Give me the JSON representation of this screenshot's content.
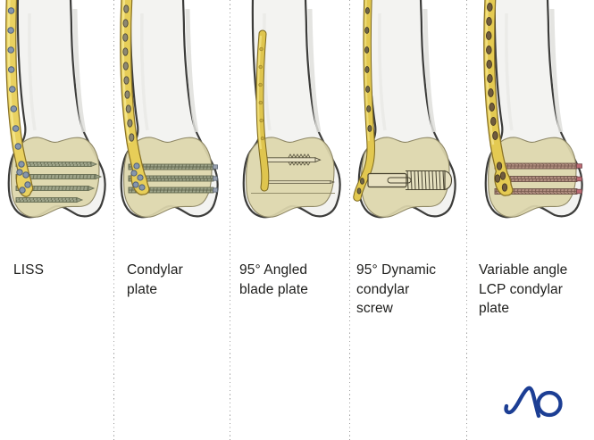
{
  "page": {
    "background": "#ffffff"
  },
  "panels": [
    {
      "label": "LISS",
      "illustration": "femur-with-liss-plate"
    },
    {
      "label": "Condylar plate",
      "illustration": "femur-with-condylar-plate"
    },
    {
      "label": "95° Angled blade plate",
      "illustration": "femur-with-angled-blade-plate"
    },
    {
      "label": "95° Dynamic condylar screw",
      "illustration": "femur-with-dynamic-condylar-screw"
    },
    {
      "label": "Variable angle LCP condylar plate",
      "illustration": "femur-with-va-lcp-condylar-plate"
    }
  ],
  "logo": {
    "text": "AO",
    "color": "#1c3e94"
  },
  "colors": {
    "bone_fill": "#f3f3f1",
    "bone_outline": "#3c3c3a",
    "condyle_fill": "#ddd6ac",
    "condyle_outline": "#8e8765",
    "plate_fill": "#e8d05c",
    "plate_outline": "#8a7326",
    "screw_olive": "#9da389",
    "screw_pink": "#b18e80",
    "screw_head_blue": "#8696ac",
    "divider_dot": "#9f9f9f",
    "label_text": "#1d1d1b"
  }
}
